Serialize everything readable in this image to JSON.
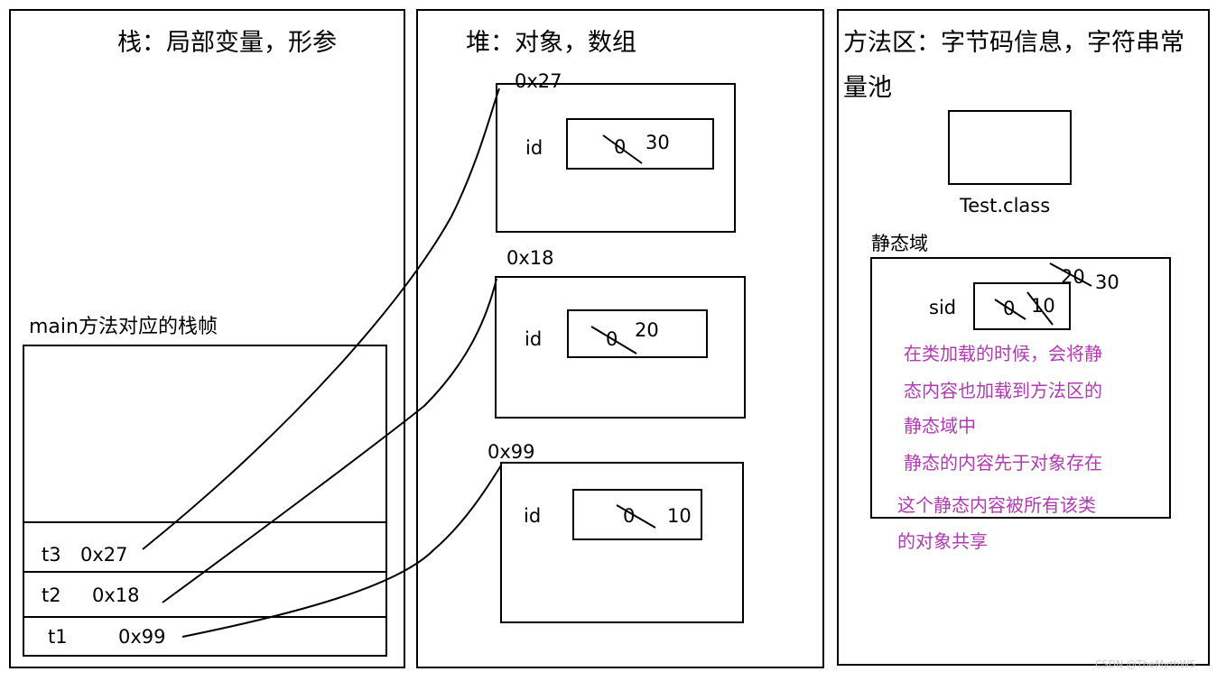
{
  "stack": {
    "title": "栈：局部变量，形参",
    "frame_label": "main方法对应的栈帧",
    "rows": [
      {
        "var": "t3",
        "addr": "0x27"
      },
      {
        "var": "t2",
        "addr": "0x18"
      },
      {
        "var": "t1",
        "addr": "0x99"
      }
    ]
  },
  "heap": {
    "title": "堆：对象，数组",
    "objects": [
      {
        "addr": "0x27",
        "field": "id",
        "old": "0",
        "new": "30"
      },
      {
        "addr": "0x18",
        "field": "id",
        "old": "0",
        "new": "20"
      },
      {
        "addr": "0x99",
        "field": "id",
        "old": "0",
        "new": "10"
      }
    ]
  },
  "method_area": {
    "title_line1": "方法区：字节码信息，字符串常",
    "title_line2": "量池",
    "class_label": "Test.class",
    "static_label": "静态域",
    "sid_label": "sid",
    "sid_old1": "0",
    "sid_old2": "10",
    "sid_old3": "20",
    "sid_new": "30",
    "notes": [
      "在类加载的时候，会将静",
      "态内容也加载到方法区的",
      "静态域中",
      "静态的内容先于对象存在",
      "这个静态内容被所有该类",
      "的对象共享"
    ]
  },
  "watermark": "CSDN @TheMythWS",
  "colors": {
    "ink": "#000000",
    "note": "#b03bb0"
  }
}
